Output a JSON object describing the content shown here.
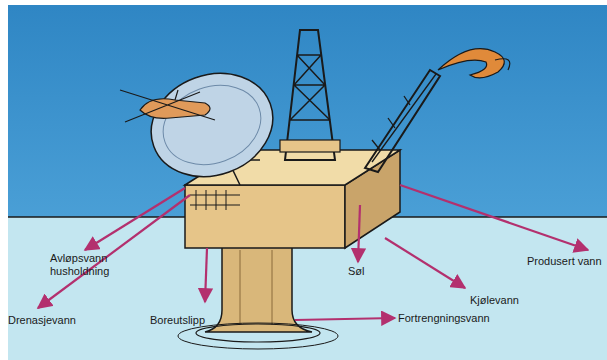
{
  "diagram": {
    "labels": [
      "Avløpsvann husholdning",
      "Drenasjevann",
      "Boreutslipp",
      "Søl",
      "Fortrengningsvann",
      "Kjølevann",
      "Produsert vann"
    ]
  }
}
